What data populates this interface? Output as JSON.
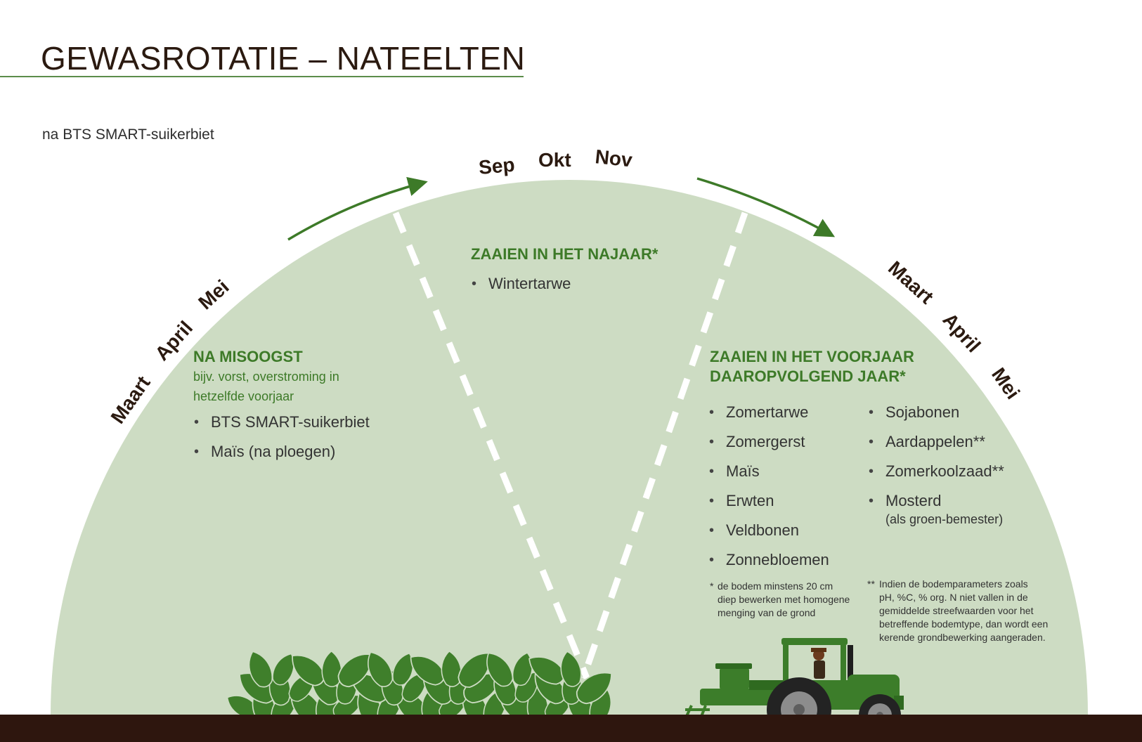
{
  "header": {
    "title": "GEWASROTATIE – NATEELTEN",
    "subtitle": "na BTS SMART-suikerbiet"
  },
  "months": {
    "left": [
      "Maart",
      "April",
      "Mei"
    ],
    "top": [
      "Sep",
      "Okt",
      "Nov"
    ],
    "right": [
      "Maart",
      "April",
      "Mei"
    ]
  },
  "sections": {
    "misoogst": {
      "heading": "NA MISOOGST",
      "note_line1": "bijv. vorst, overstroming in",
      "note_line2": "hetzelfde voorjaar",
      "items": [
        "BTS SMART-suikerbiet",
        "Maïs (na ploegen)"
      ]
    },
    "najaar": {
      "heading": "ZAAIEN IN HET NAJAAR*",
      "items": [
        "Wintertarwe"
      ]
    },
    "voorjaar": {
      "heading_line1": "ZAAIEN IN HET VOORJAAR",
      "heading_line2": "DAAROPVOLGEND JAAR*",
      "items_col1": [
        "Zomertarwe",
        "Zomergerst",
        "Maïs",
        "Erwten",
        "Veldbonen",
        "Zonnebloemen"
      ],
      "items_col2": [
        "Sojabonen",
        "Aardappelen**",
        "Zomerkoolzaad**",
        "Mosterd"
      ],
      "items_col2_sub": "(als groen-bemester)"
    }
  },
  "footnotes": {
    "single_mark": "*",
    "single_line1": "de bodem minstens 20 cm",
    "single_line2": "diep bewerken met homogene",
    "single_line3": "menging van de grond",
    "double_mark": "**",
    "double_line1": "Indien de bodemparameters zoals",
    "double_line2": "pH, %C, % org. N niet vallen in de",
    "double_line3": "gemiddelde streefwaarden voor het",
    "double_line4": "betreffende bodemtype, dan wordt een",
    "double_line5": "kerende grondbewerking aangeraden."
  },
  "colors": {
    "dome": "#cddcc3",
    "ground": "#2e160e",
    "accent_green": "#3d7a28",
    "beet_green": "#3f7f2b",
    "tractor_green": "#3c7d2a",
    "month_brown": "#2b1a10"
  }
}
